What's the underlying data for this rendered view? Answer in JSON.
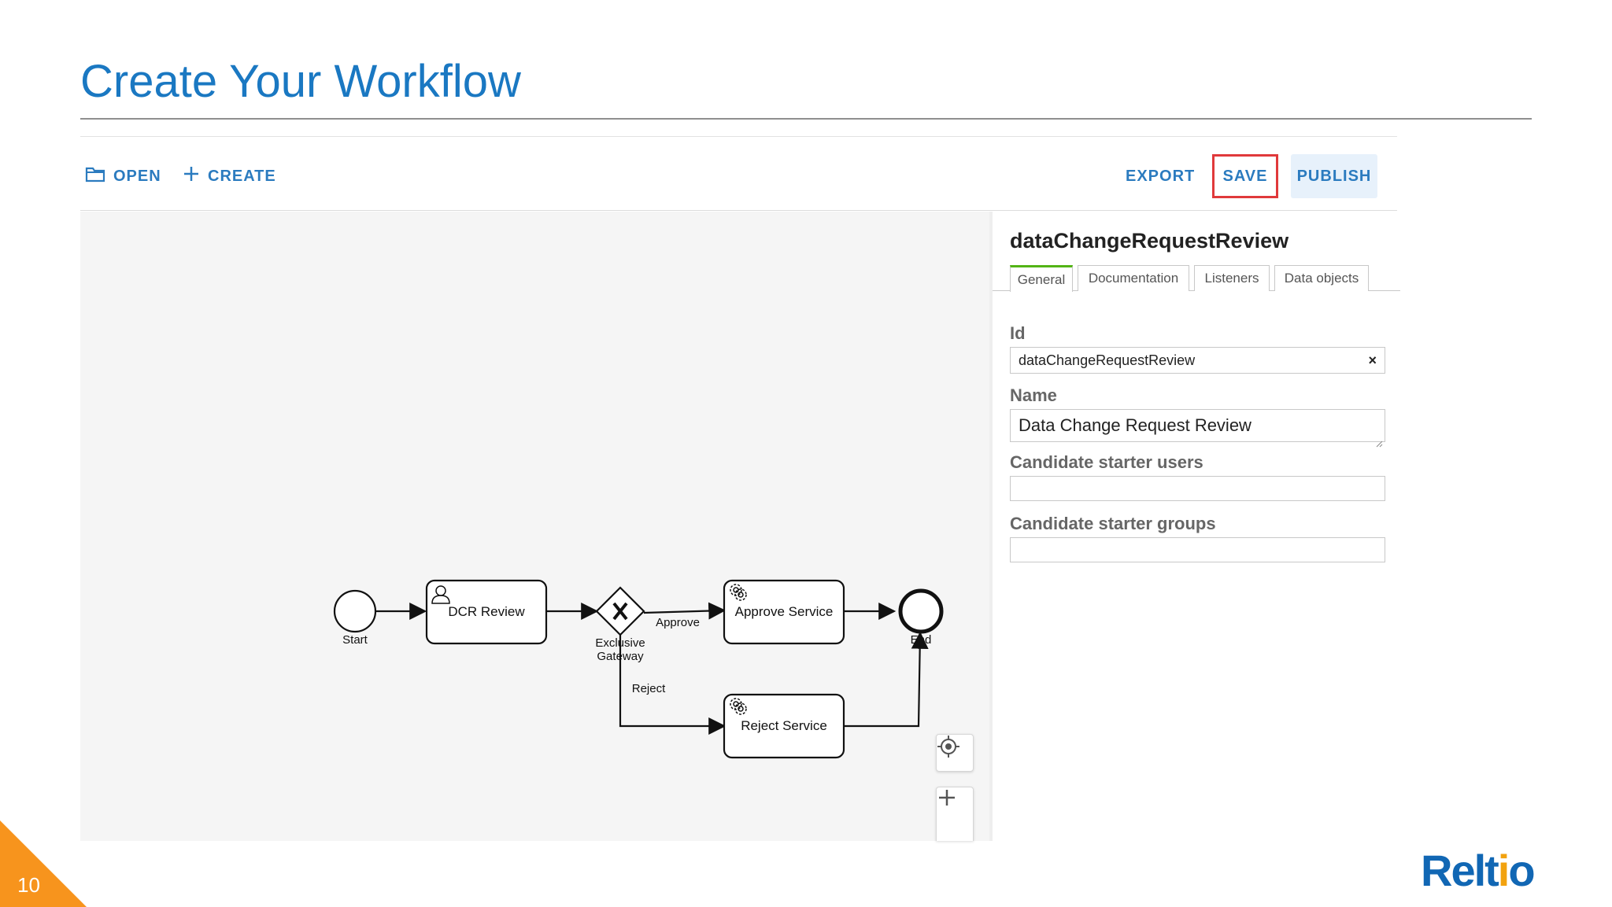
{
  "slide": {
    "title": "Create Your Workflow",
    "page_number": "10",
    "logo_prefix": "Relt",
    "logo_suffix": "o"
  },
  "toolbar": {
    "open_label": "OPEN",
    "create_label": "CREATE",
    "export_label": "EXPORT",
    "save_label": "SAVE",
    "publish_label": "PUBLISH"
  },
  "diagram": {
    "start_label": "Start",
    "task_dcr_review": "DCR Review",
    "gateway_label_line1": "Exclusive",
    "gateway_label_line2": "Gateway",
    "approve_flow_label": "Approve",
    "reject_flow_label": "Reject",
    "task_approve_service": "Approve Service",
    "task_reject_service": "Reject Service",
    "end_label": "End"
  },
  "properties": {
    "title": "dataChangeRequestReview",
    "tabs": [
      "General",
      "Documentation",
      "Listeners",
      "Data objects"
    ],
    "active_tab": "General",
    "id_label": "Id",
    "id_value": "dataChangeRequestReview",
    "clear_symbol": "×",
    "name_label": "Name",
    "name_value": "Data Change Request Review",
    "starter_users_label": "Candidate starter users",
    "starter_users_value": "",
    "starter_groups_label": "Candidate starter groups",
    "starter_groups_value": ""
  },
  "colors": {
    "title": "#1a78c2",
    "accent": "#2b7bbf",
    "highlight": "#e0393b",
    "active_tab": "#52b415",
    "corner": "#f7941d",
    "logo": "#1167b4"
  }
}
